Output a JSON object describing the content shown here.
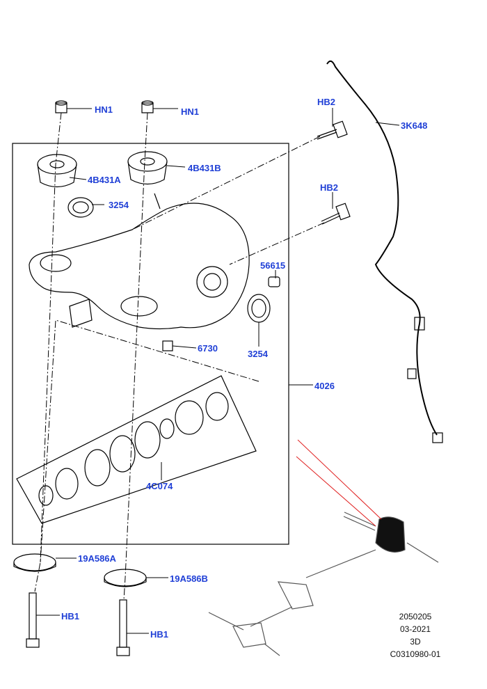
{
  "callouts": {
    "hn1_left": "HN1",
    "hn1_right": "HN1",
    "mount_a": "4B431A",
    "mount_b": "4B431B",
    "seal_left": "3254",
    "seal_right": "3254",
    "bolt_upper": "HB2",
    "bolt_lower": "HB2",
    "sensor": "3K648",
    "plug": "56615",
    "drain_plug": "6730",
    "assembly": "4026",
    "bearing_kit": "4C074",
    "washer_a": "19A586A",
    "washer_b": "19A586B",
    "hb1_left": "HB1",
    "hb1_right": "HB1"
  },
  "info": {
    "line1": "2050205",
    "line2": "03-2021",
    "line3": "3D",
    "line4": "C0310980-01"
  },
  "colors": {
    "callout": "#1f3fd6",
    "line": "#000000",
    "locator": "#e02020"
  }
}
